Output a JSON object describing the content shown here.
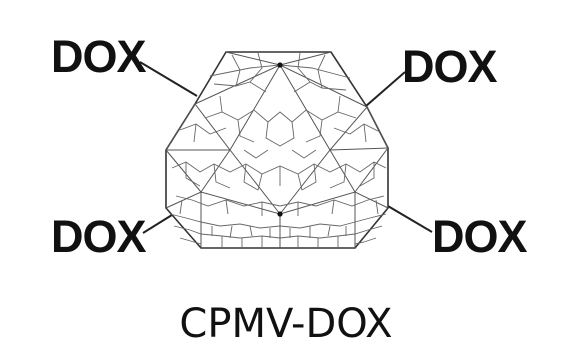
{
  "diagram": {
    "labels": {
      "top_left": "DOX",
      "top_right": "DOX",
      "bottom_left": "DOX",
      "bottom_right": "DOX"
    },
    "caption": "CPMV-DOX",
    "colors": {
      "text": "#111111",
      "lines": "#333333",
      "background": "#ffffff"
    }
  }
}
